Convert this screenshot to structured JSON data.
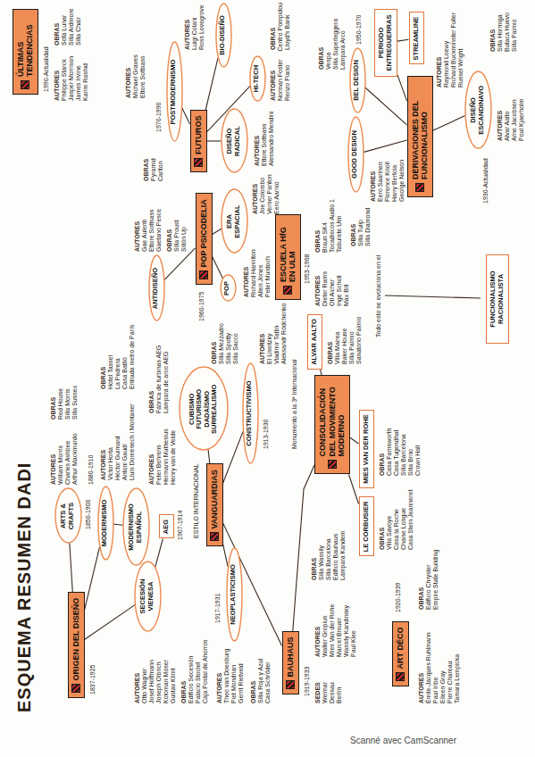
{
  "diagram": {
    "title": "ESQUEMA RESUMEN DADI",
    "nodes": [
      {
        "text": [
          "ORIGEN DEL DISEÑO"
        ]
      },
      {
        "text": [
          "ARTS & CRAFTS"
        ]
      },
      {
        "text": [
          "MODERNISMO"
        ]
      },
      {
        "text": [
          "MODERNISMO ESPAÑOL"
        ]
      },
      {
        "text": [
          "SECESIÓN VIENESA"
        ]
      },
      {
        "text": [
          "AEG"
        ]
      },
      {
        "text": [
          "VANGUARDIAS"
        ]
      },
      {
        "text": [
          "CUBISMO FUTURISMO DADAÍSMO SURREALISMO"
        ]
      },
      {
        "text": [
          "CONSTRUCTIVISMO"
        ]
      },
      {
        "text": [
          "NEOPLASTICISMO"
        ]
      },
      {
        "text": [
          "BAUHAUS"
        ]
      },
      {
        "text": [
          "ART DÉCO"
        ]
      },
      {
        "text": [
          "CONSOLIDACIÓN DEL MOVIMIENTO MODERNO"
        ]
      },
      {
        "text": [
          "LE CORBUSIER"
        ]
      },
      {
        "text": [
          "MIES VAN DER ROHE"
        ]
      },
      {
        "text": [
          "ALVAR AALTO"
        ]
      },
      {
        "text": [
          "ESCUELA HfG EN ULM"
        ]
      },
      {
        "text": [
          "FUNCIONALISMO RACIONALISTA"
        ]
      },
      {
        "text": [
          "POP PSICODELIA"
        ]
      },
      {
        "text": [
          "POP"
        ]
      },
      {
        "text": [
          "ERA ESPACIAL"
        ]
      },
      {
        "text": [
          "ANTIDISEÑO"
        ]
      },
      {
        "text": [
          "ÚLTIMAS TENDENCIAS"
        ]
      },
      {
        "text": [
          "FUTUROS"
        ]
      },
      {
        "text": [
          "POSTMODERNISMO"
        ]
      },
      {
        "text": [
          "HI-TECH"
        ]
      },
      {
        "text": [
          "BIO-DISEÑO"
        ]
      },
      {
        "text": [
          "DISEÑO RADICAL"
        ]
      },
      {
        "text": [
          "DERIVACIONES DEL FUNCIONALISMO"
        ]
      },
      {
        "text": [
          "PERIODO ENTREGUERRAS"
        ]
      },
      {
        "text": [
          "STREAMLINE"
        ]
      },
      {
        "text": [
          "GOOD DESIGN"
        ]
      },
      {
        "text": [
          "BEL DESIGN"
        ]
      },
      {
        "text": [
          "DISEÑO ESCANDINAVO"
        ]
      }
    ],
    "edges": [
      {
        "from": 0,
        "to": 1,
        "arrow": "none"
      },
      {
        "from": 0,
        "to": 2,
        "arrow": "none"
      },
      {
        "from": 2,
        "to": 3,
        "arrow": "none"
      },
      {
        "from": 0,
        "to": 4,
        "arrow": "none"
      },
      {
        "from": 4,
        "to": 5,
        "arrow": "none"
      },
      {
        "from": 6,
        "to": 7,
        "arrow": "none"
      },
      {
        "from": 6,
        "to": 8,
        "arrow": "none"
      },
      {
        "from": 6,
        "to": 9,
        "arrow": "none"
      },
      {
        "from": 6,
        "to": 10,
        "arrow": "none"
      },
      {
        "from": 10,
        "to": 12,
        "arrow": "none"
      },
      {
        "from": 12,
        "to": 13,
        "arrow": "none"
      },
      {
        "from": 12,
        "to": 14,
        "arrow": "none"
      },
      {
        "from": 12,
        "to": 15,
        "arrow": "none"
      },
      {
        "from": 18,
        "to": 19,
        "arrow": "none"
      },
      {
        "from": 18,
        "to": 20,
        "arrow": "none"
      },
      {
        "from": 18,
        "to": 21,
        "arrow": "none"
      },
      {
        "from": 23,
        "to": 24,
        "arrow": "none"
      },
      {
        "from": 23,
        "to": 25,
        "arrow": "none"
      },
      {
        "from": 23,
        "to": 26,
        "arrow": "none"
      },
      {
        "from": 23,
        "to": 27,
        "arrow": "none"
      },
      {
        "from": 28,
        "to": 29,
        "arrow": "none"
      },
      {
        "from": 29,
        "to": 30,
        "arrow": "none"
      },
      {
        "from": 28,
        "to": 31,
        "arrow": "none"
      },
      {
        "from": 28,
        "to": 32,
        "arrow": "none"
      },
      {
        "from": 28,
        "to": 33,
        "arrow": "none"
      }
    ],
    "labels": [
      "1837-1925",
      "1850-1900",
      "AUTORES",
      "William Morris",
      "Charles Ashbee",
      "Arthur Mackmurdo",
      "OBRAS",
      "Red House",
      "Silla Morris",
      "Silla Sussex",
      "1880-1910",
      "AUTORES",
      "Victor Horta",
      "Héctor Guimard",
      "Antoni Gaudí",
      "Lluís Domènech i Montaner",
      "OBRAS",
      "Hotel Tassel",
      "La Pedrera",
      "Casa Batlló",
      "Entrada metro de París",
      "AUTORES",
      "Otto Wagner",
      "Josef Hoffmann",
      "Joseph Olbrich",
      "Koloman Moser",
      "Gustav Klimt",
      "OBRAS",
      "Edificio Secesión",
      "Palacio Stoclet",
      "Caja Postal de Ahorros",
      "1907-1914",
      "AUTORES",
      "Peter Behrens",
      "Hermann Muthesius",
      "Henry van de Velde",
      "OBRAS",
      "Fábrica de turbinas AEG",
      "Lámpara de arco AEG",
      "ESTILO INTERNACIONAL",
      "1913-1930",
      "AUTORES",
      "El Lissitzky",
      "Vladimir Tatlin",
      "Aleksandr Ródchenko",
      "Monumento a la 3ª Internacional",
      "1917-1931",
      "AUTORES",
      "Theo van Doesburg",
      "Piet Mondrian",
      "Gerrit Rietveld",
      "OBRAS",
      "Silla Roja y Azul",
      "Casa Schröder",
      "1919-1933",
      "SEDES",
      "Weimar",
      "Dessau",
      "Berlín",
      "AUTORES",
      "Walter Gropius",
      "Mies Van der Rohe",
      "Marcel Breuer",
      "Wassily Kandinsky",
      "Paul Klee",
      "OBRAS",
      "Silla Wassily",
      "Silla Barcelona",
      "Edificio Bauhaus",
      "Lámpara Kandem",
      "1920-1939",
      "AUTORES",
      "Émile-Jacques Ruhlmann",
      "Paul Iribe",
      "Eileen Gray",
      "Pierre Chareau",
      "Tamara Lempicka",
      "OBRAS",
      "Edificio Chrysler",
      "Empire State Building",
      "OBRAS",
      "Villa Savoye",
      "Casa la Roche",
      "Chaise Longue",
      "Casa Stein Jeanneret",
      "OBRAS",
      "Casa Farnsworth",
      "Casa Tugendhat",
      "Silla Barcelona",
      "Silla Brno",
      "Crown Hall",
      "OBRAS",
      "Villa Mairea",
      "Baker House",
      "Silla Paimio",
      "Sanatorio Paimio",
      "1953-1968",
      "AUTORES",
      "Dieter Rams",
      "Otl Aicher",
      "Inge Scholl",
      "Max Bill",
      "OBRAS",
      "Braun SK4",
      "Tocadiscos Audio 1",
      "Taburete Ulm",
      "Todo esto se evoluciona en el",
      "AUTORES",
      "Richard Hamilton",
      "Allen Jones",
      "Peter Murdoch",
      "OBRAS",
      "Silla Mezzadro",
      "Silla Spotty",
      "Silla Sacco",
      "AUTORES",
      "Joe Colombo",
      "Verner Panton",
      "Eero Aarnio",
      "AUTORES",
      "Ettore Sottsass",
      "Alessandro Mendini",
      "AUTORES",
      "Gae Aulenti",
      "Ettore Sottsass",
      "Gaetano Pesce",
      "OBRAS",
      "Silla Proust",
      "Sillón Up",
      "1960-1975",
      "1990-Actualidad",
      "AUTORES",
      "Philippe Starck",
      "Jasper Morrison",
      "James Irvine",
      "Karim Rashid",
      "OBRAS",
      "Sofá Lunar",
      "Silla Ardmore",
      "Silla Chair",
      "1970-1990",
      "AUTORES",
      "Michael Graves",
      "Ettore Sottsass",
      "OBRAS",
      "Pyramid",
      "Carlton",
      "AUTORES",
      "Norman Foster",
      "Renzo Piano",
      "OBRAS",
      "Centro Pompidou",
      "Lloyd's Bank",
      "AUTORES",
      "Luigi Colani",
      "Ross Lovegrove",
      "OBRAS",
      "Silla Tulip",
      "Silla Diamond",
      "AUTORES",
      "Eero Saarinen",
      "Florence Knoll",
      "Harry Bertoia",
      "George Nelson",
      "1950-1970",
      "OBRAS",
      "Vespa",
      "Silla Superleggera",
      "Lámpara Arco",
      "AUTORES",
      "Raymond Loewy",
      "Richard Buckminster Fuller",
      "Russel Wright",
      "1930-Actualidad",
      "AUTORES",
      "Alvar Aalto",
      "Arne Jacobsen",
      "Poul Kjaerholm",
      "OBRAS",
      "Silla Hormiga",
      "Butaca Huevo",
      "Silla Paimio",
      "Scanné avec CamScanner"
    ]
  }
}
